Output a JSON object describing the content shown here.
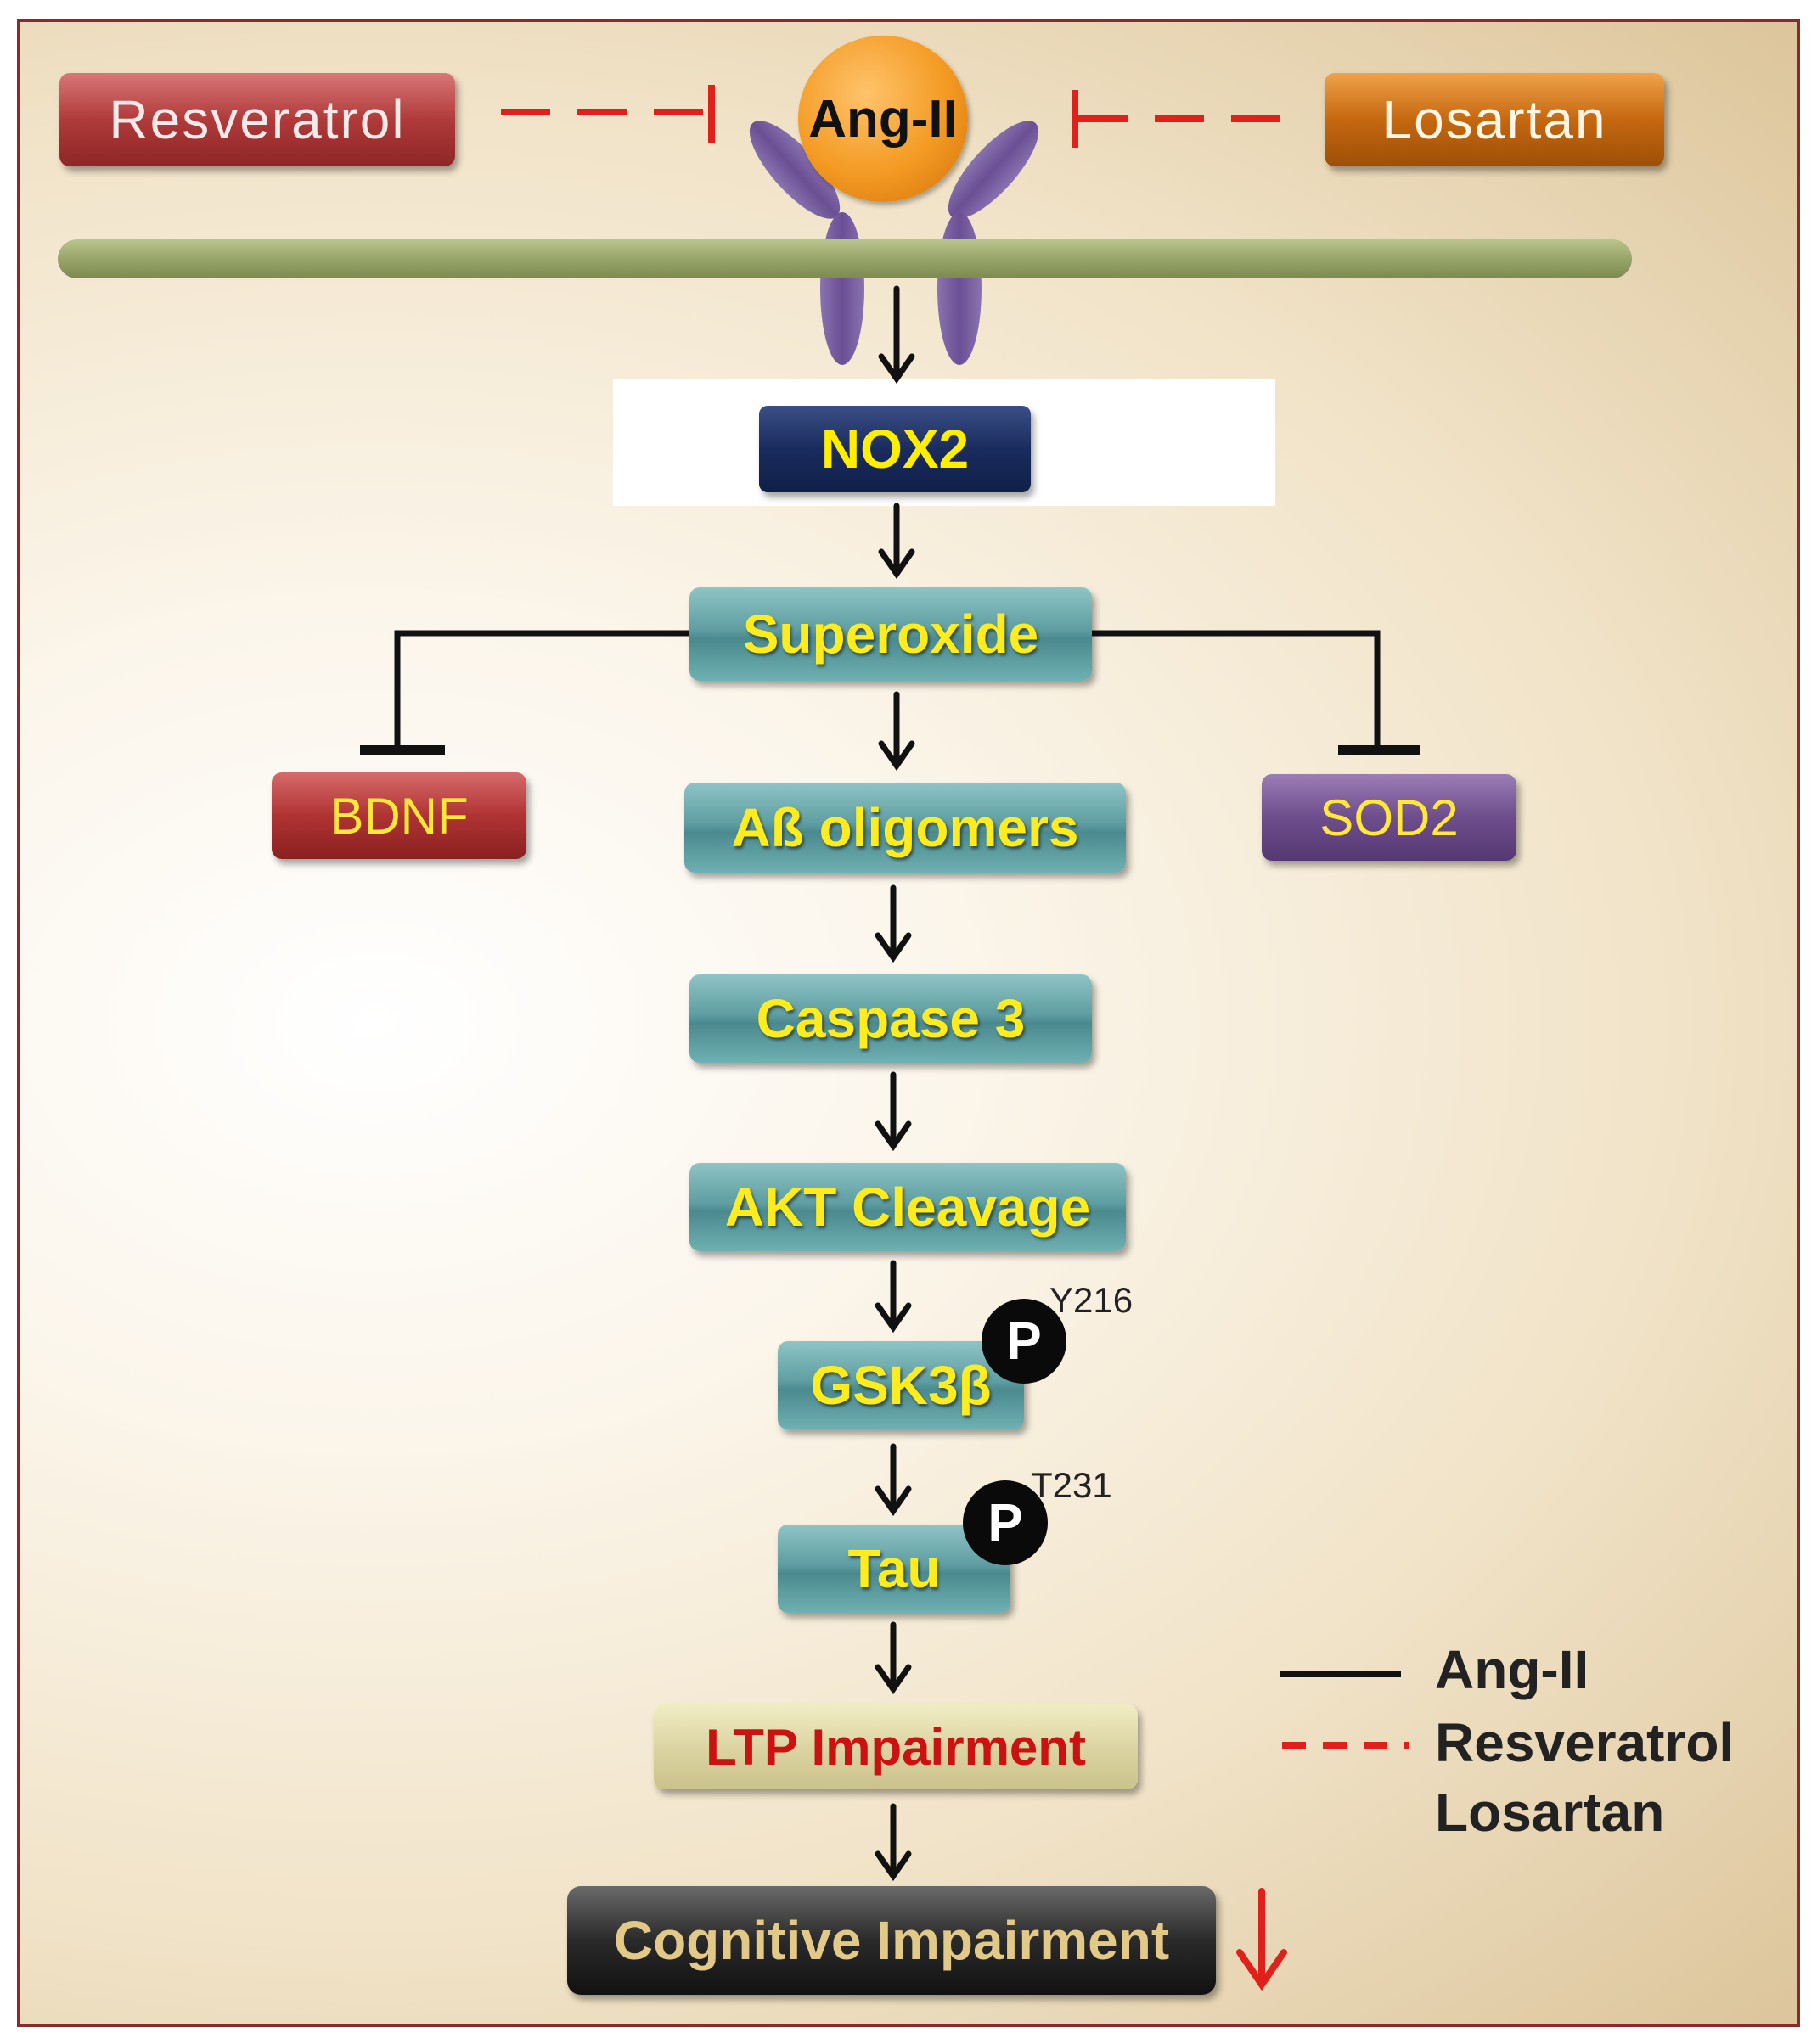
{
  "nodes": {
    "resveratrol": "Resveratrol",
    "losartan": "Losartan",
    "ang_ii": "Ang-II",
    "nox2": "NOX2",
    "superoxide": "Superoxide",
    "bdnf": "BDNF",
    "sod2": "SOD2",
    "ab_oligomers": "Aß oligomers",
    "caspase3": "Caspase 3",
    "akt": "AKT Cleavage",
    "gsk3b": "GSK3β",
    "tau": "Tau",
    "ltp": "LTP Impairment",
    "cognitive": "Cognitive Impairment"
  },
  "phospho": {
    "symbol": "P",
    "gsk3b_site": "Y216",
    "tau_site": "T231"
  },
  "legend": {
    "solid_label": "Ang-II",
    "dashed_label_1": "Resveratrol",
    "dashed_label_2": "Losartan"
  },
  "colors": {
    "activation": "#111111",
    "inhibition_drug": "#e0201a",
    "node_text": "#ffec1c",
    "frame": "#8b2a2a"
  }
}
